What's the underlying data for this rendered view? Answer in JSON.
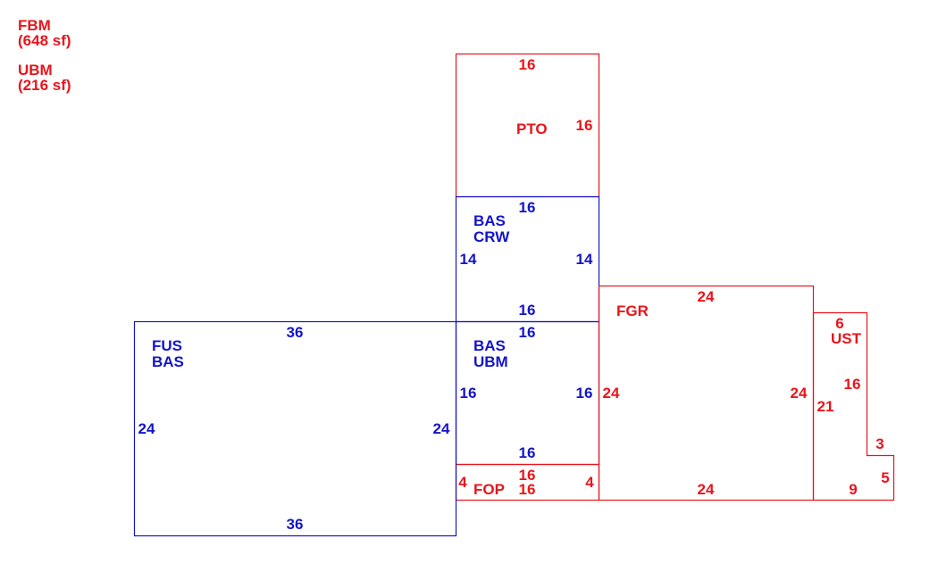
{
  "colors": {
    "red": "#e8141c",
    "blue": "#1414c8"
  },
  "legend": [
    {
      "code": "FBM",
      "area": "(648 sf)"
    },
    {
      "code": "UBM",
      "area": "(216 sf)"
    }
  ],
  "areas": [
    {
      "id": "pto",
      "color": "red",
      "labels": [
        "PTO"
      ]
    },
    {
      "id": "crw",
      "color": "blue",
      "labels": [
        "BAS",
        "CRW"
      ]
    },
    {
      "id": "ubm",
      "color": "blue",
      "labels": [
        "BAS",
        "UBM"
      ]
    },
    {
      "id": "fop",
      "color": "red",
      "labels": [
        "FOP"
      ]
    },
    {
      "id": "fus",
      "color": "blue",
      "labels": [
        "FUS",
        "BAS"
      ]
    },
    {
      "id": "fgr",
      "color": "red",
      "labels": [
        "FGR"
      ]
    },
    {
      "id": "ust",
      "color": "red",
      "labels": [
        "UST"
      ]
    }
  ],
  "dimensions": {
    "pto": [
      "16",
      "16"
    ],
    "crw": [
      "16",
      "14",
      "14",
      "16"
    ],
    "ubm": [
      "16",
      "16",
      "16",
      "16"
    ],
    "fop": [
      "16",
      "16",
      "4",
      "4"
    ],
    "fus": [
      "36",
      "24",
      "24",
      "36"
    ],
    "fgr": [
      "24",
      "24",
      "24",
      "24"
    ],
    "ust": [
      "6",
      "16",
      "21",
      "3",
      "5",
      "9"
    ]
  }
}
